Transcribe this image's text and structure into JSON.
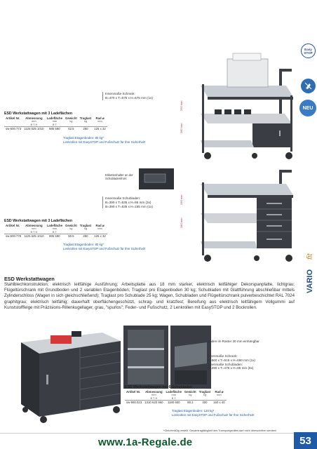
{
  "colors": {
    "accent": "#1f5aa6",
    "note": "#1d5aa6",
    "dimension": "#c43a55",
    "website": "#0e5a2d"
  },
  "badges": {
    "easystop_1": "Easy",
    "easystop_2": "STOP",
    "esd_icon": "esd-hand-icon",
    "new": "NEU"
  },
  "brand": {
    "vario": "VARIOfit"
  },
  "section1": {
    "callout_1": "Innenmaße Schrank:",
    "callout_2": "B=470 x T=575 x H=675 mm (1x)",
    "dim_a": "290 mm",
    "dim_b": "280 mm",
    "title": "ESD Werkstattwagen mit 3 Ladeflächen",
    "headers": [
      "Artikel Nr.",
      "Abmessung",
      "Ladefläche",
      "Gewicht",
      "Traglast",
      "Rad ⌀"
    ],
    "units": [
      "",
      "mm",
      "mm",
      "kg",
      "kg",
      "mm"
    ],
    "subunits": [
      "",
      "B    T    H",
      "B    T",
      "",
      "",
      ""
    ],
    "row": [
      "sw-600.773",
      "1125  625  1010",
      "985   590",
      "62.5",
      "250",
      "125 x 32"
    ],
    "note_1": "Traglast Etagenboden: 80 kg*",
    "note_2": "Lenkrollen mit EasySTOP und Fußschutz für Ihre Sicherheit!"
  },
  "section2": {
    "callout_label_1": "Etikettenhalter an der",
    "callout_label_2": "Schubladenfront",
    "callout_1": "Innenmaße Schubladen:",
    "callout_2": "B=390 x T=535 x H=95 mm (3x)",
    "callout_3": "B=390 x T=535 x H=155 mm (1x)",
    "dim_a": "290 mm",
    "dim_b": "280 mm",
    "title": "ESD Werkstattwagen mit 3 Ladeflächen",
    "headers": [
      "Artikel Nr.",
      "Abmessung",
      "Ladefläche",
      "Gewicht",
      "Traglast",
      "Rad ⌀"
    ],
    "units": [
      "",
      "mm",
      "mm",
      "kg",
      "kg",
      "mm"
    ],
    "subunits": [
      "",
      "B    T    H",
      "B    T",
      "",
      "",
      ""
    ],
    "row": [
      "sw-600.775",
      "1125  625  1010",
      "985   590",
      "80.5",
      "250",
      "125 x 32"
    ],
    "note_1": "Traglast Etagenboden: 80 kg*",
    "note_2": "Lenkrollen mit EasySTOP und Fußschutz für Ihre Sicherheit!"
  },
  "body": {
    "title": "ESD Werkstattwagen",
    "text": "Stahlblechkonstruktion; elektrisch leitfähige Ausführung; Arbeitsplatte aus 18 mm starker, elektrisch leitfähiger Dekorspanplatte, lichtgrau; Flügeltürschrank mit Grundboden und 2 variablen Etagenböden; Traglast pro Etagenboden 30 kg; Schubladen mit Glattführung abschließbar mittels Zylinderschloss (Wagen in sich gleichschließend); Traglast pro Schublade 25 kg; Wagen, Schubladen und Flügeltürschrank pulverbeschichtet RAL 7024 graphitgrau; elektrisch leitfähig; dauerhaft oberflächengeschützt, schrag- und kratzfest; Bereifung aus elektrisch leitfähigem Vollgummi auf Kunststofffelge mit Präzisions-Rillenkugellager, grau, \"spurlos\"; Feder- und Fußschutz, 2 Lenkrollen mit EasySTOP und 2 Bockrollen."
  },
  "section3": {
    "callout_a": "Böden im Raster 30 mm einhängbar",
    "callout_1": "Innenmaße Schrank:",
    "callout_2": "B=560 x T=515 x H=660 mm (1x)",
    "callout_3": "Innenmaße Schubladen:",
    "callout_4": "B=290 x T=475 x H=95 mm (6x)",
    "title": "ESD Werkstattwagen mit 6 Schubladen",
    "headers": [
      "Artikel Nr.",
      "Abmessung",
      "Ladefläche",
      "Gewicht",
      "Traglast",
      "Rad ⌀"
    ],
    "units": [
      "",
      "mm",
      "mm",
      "kg",
      "kg",
      "mm"
    ],
    "subunits": [
      "",
      "B    T    H",
      "B    T",
      "",
      "",
      ""
    ],
    "row": [
      "sw-980.023",
      "1310  620  960",
      "1180   600",
      "88.2",
      "400",
      "160 x 40"
    ],
    "note_1": "Traglast Etagenboden: 120 kg*",
    "note_2": "Lenkrollen mit EasySTOP und Fußschutz für Ihre Sicherheit!"
  },
  "footer": {
    "footnote": "*Gleichmäßig verteilt. Gesamtragfähigkeit des Transportgerätes darf nicht überschritten werden!",
    "website": "www.1a-Regale.de",
    "page": "53"
  }
}
